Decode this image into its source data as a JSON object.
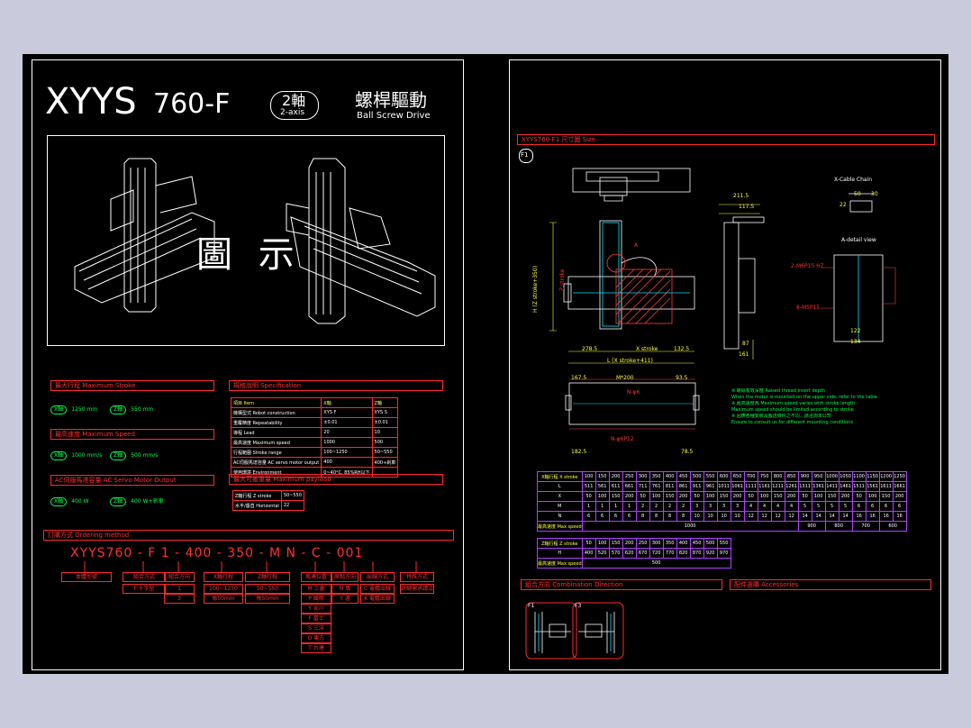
{
  "left": {
    "model": "XYYS",
    "model_num": "760-F",
    "axis_badge": "2軸",
    "axis_en": "2-axis",
    "drive_cn": "螺桿驅動",
    "drive_en": "Ball Screw Drive",
    "illustration_label": "圖 示",
    "stroke_header": "最大行程 Maximum Stroke",
    "stroke_x_tag": "X軸",
    "stroke_x": "1250 mm",
    "stroke_z_tag": "Z軸",
    "stroke_z": "550 mm",
    "speed_header": "最高速度 Maximum Speed",
    "speed_x_tag": "X軸",
    "speed_x": "1000 mm/s",
    "speed_z_tag": "Z軸",
    "speed_z": "500 mm/s",
    "motor_header": "AC伺服馬達容量 AC Servo Motor Output",
    "motor_x_tag": "X軸",
    "motor_x": "400 W",
    "motor_z_tag": "Z軸",
    "motor_z": "400 W+剎車",
    "spec_header": "規格說明 Specification",
    "spec_rows": [
      [
        "項目 Item",
        "X軸",
        "Z軸"
      ],
      [
        "機構型式 Robot construction",
        "XYS F",
        "XYS S"
      ],
      [
        "重覆精度 Repeatability",
        "±0.01",
        "±0.01"
      ],
      [
        "導程 Lead",
        "20",
        "10"
      ],
      [
        "最高速度 Maximum speed",
        "1000",
        "500"
      ],
      [
        "行程範圍 Stroke range",
        "100~1250",
        "50~550"
      ],
      [
        "AC伺服馬達容量 AC servo motor output",
        "400",
        "400+剎車"
      ],
      [
        "使用環境 Environment",
        "0~40°C, 85%RH以下",
        ""
      ]
    ],
    "payload_header": "最大可搬重量 Maximum payload",
    "payload_rows": [
      [
        "Z軸行程 Z stroke",
        "50~550"
      ],
      [
        "水平/垂直 Horizontal",
        "22"
      ]
    ],
    "order_header": "訂購方式 Ordering method",
    "order_code": "XYYS760 - F   1  -  400  -  350  -  M    N  -  C  - 001",
    "order_boxes": [
      "本體型號",
      "組合方式",
      "組合方向",
      "X軸行程",
      "Z軸行程",
      "馬達位置",
      "原點方向",
      "出線方式",
      "特殊方式"
    ],
    "order_sub1": [
      "F:十字型"
    ],
    "order_sub2": [
      "1",
      "3"
    ],
    "order_sub3": [
      "100~1250",
      "每50mm"
    ],
    "order_sub4": [
      "50~550",
      "每50mm"
    ],
    "order_sub5": [
      "M 三菱",
      "P 國際",
      "Y 安川",
      "F 富士",
      "S 三洋",
      "O 東方",
      "T 台達"
    ],
    "order_sub6": [
      "N 馬",
      "Y 遠"
    ],
    "order_sub7": [
      "C 電纜出線",
      "K 電纜出線"
    ],
    "order_sub8": [
      "詳細需求請洽"
    ]
  },
  "right": {
    "size_header": "XYYS760-F1 尺寸圖 Size",
    "f1_label": "F1",
    "cable_label": "X-Cable Chain",
    "detail_label": "A-detail view",
    "dims": {
      "d211_5": "211.5",
      "d117_5": "117.5",
      "d278_5": "278.5",
      "d132_5": "132.5",
      "d87": "87",
      "d161": "161",
      "d122": "122",
      "d134": "134",
      "d167_5": "167.5",
      "d200": "M*200",
      "d93_5": "93.5",
      "d182_5": "182.5",
      "d78_5": "78.5",
      "x_stroke": "X stroke",
      "l_formula": "L (X stroke+411)",
      "h_formula": "H (Z stroke+350)",
      "z_stroke": "Z stroke",
      "m6": "2-M6P15 H7",
      "m5": "8-M5P15",
      "n6": "N-φ6",
      "n12": "N-φ6P12",
      "a_label": "A",
      "c50": "50",
      "c30": "30",
      "c22": "22"
    },
    "notes": [
      "※ 螺絲有效深度 Raised thread insert depth",
      "  When the motor is mounted on the upper side, refer to the table",
      "※ 最高速度為 Maximum speed varies with stroke length",
      "  Maximum speed should be limited according to stroke",
      "※ 因應各種安裝及搬送條件之不同，請洽詢本公司",
      "  Ensure to consult us for different mounting conditions"
    ],
    "table1_head": [
      "X軸行程 X stroke",
      "100",
      "150",
      "200",
      "250",
      "300",
      "350",
      "400",
      "450",
      "500",
      "550",
      "600",
      "650",
      "700",
      "750",
      "800",
      "850",
      "900",
      "950",
      "1000",
      "1050",
      "1100",
      "1150",
      "1200",
      "1250"
    ],
    "table1_rows": [
      [
        "L",
        "511",
        "561",
        "611",
        "661",
        "711",
        "761",
        "811",
        "861",
        "911",
        "961",
        "1011",
        "1061",
        "1111",
        "1161",
        "1211",
        "1261",
        "1311",
        "1361",
        "1411",
        "1461",
        "1511",
        "1561",
        "1611",
        "1661"
      ],
      [
        "X",
        "50",
        "100",
        "150",
        "200",
        "50",
        "100",
        "150",
        "200",
        "50",
        "100",
        "150",
        "200",
        "50",
        "100",
        "150",
        "200",
        "50",
        "100",
        "150",
        "200",
        "50",
        "100",
        "150",
        "200"
      ],
      [
        "M",
        "1",
        "1",
        "1",
        "1",
        "2",
        "2",
        "2",
        "2",
        "3",
        "3",
        "3",
        "3",
        "4",
        "4",
        "4",
        "4",
        "5",
        "5",
        "5",
        "5",
        "6",
        "6",
        "6",
        "6"
      ],
      [
        "N",
        "6",
        "6",
        "6",
        "6",
        "8",
        "8",
        "8",
        "8",
        "10",
        "10",
        "10",
        "10",
        "12",
        "12",
        "12",
        "12",
        "14",
        "14",
        "14",
        "14",
        "16",
        "16",
        "16",
        "16"
      ]
    ],
    "table1_speed_label": "最高速度 Max speed",
    "table1_speed": [
      "1000",
      "900",
      "800",
      "700",
      "600"
    ],
    "table2_head": [
      "Z軸行程 Z stroke",
      "50",
      "100",
      "150",
      "200",
      "250",
      "300",
      "350",
      "400",
      "450",
      "500",
      "550"
    ],
    "table2_rows": [
      [
        "H",
        "400",
        "520",
        "570",
        "620",
        "670",
        "720",
        "770",
        "820",
        "870",
        "920",
        "970"
      ]
    ],
    "table2_speed_label": "最高速度 Max speed",
    "table2_speed": "500",
    "combo_header": "組合方向 Combination Direction",
    "acc_header": "配件選購 Accessories",
    "combo_f1": "F1",
    "combo_f3": "F3"
  }
}
